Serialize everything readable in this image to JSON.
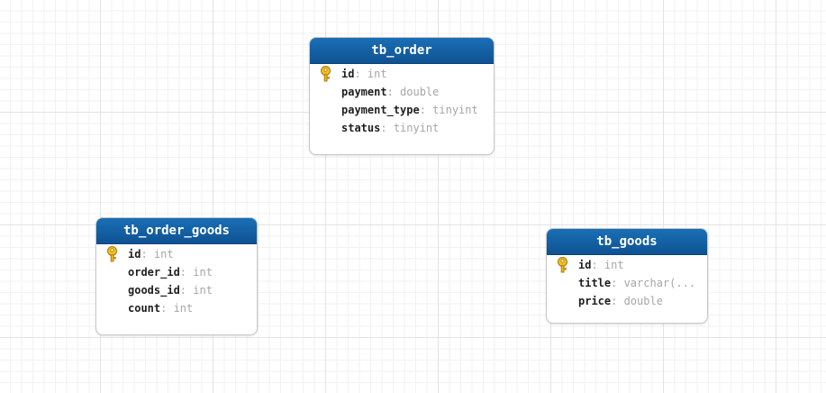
{
  "tables": {
    "order": {
      "name": "tb_order",
      "fields": [
        {
          "name": "id",
          "sep": ": ",
          "type": "int",
          "icon": "key-icon"
        },
        {
          "name": "payment",
          "sep": ": ",
          "type": "double"
        },
        {
          "name": "payment_type",
          "sep": ": ",
          "type": "tinyint"
        },
        {
          "name": "status",
          "sep": ": ",
          "type": "tinyint"
        }
      ]
    },
    "order_goods": {
      "name": "tb_order_goods",
      "fields": [
        {
          "name": "id",
          "sep": ": ",
          "type": "int",
          "icon": "key-icon"
        },
        {
          "name": "order_id",
          "sep": ": ",
          "type": "int"
        },
        {
          "name": "goods_id",
          "sep": ": ",
          "type": "int"
        },
        {
          "name": "count",
          "sep": ": ",
          "type": "int"
        }
      ]
    },
    "goods": {
      "name": "tb_goods",
      "fields": [
        {
          "name": "id",
          "sep": ": ",
          "type": "int",
          "icon": "key-icon"
        },
        {
          "name": "title",
          "sep": ": ",
          "type": "varchar(..."
        },
        {
          "name": "price",
          "sep": ": ",
          "type": "double"
        }
      ]
    }
  },
  "colors": {
    "header_top": "#1a6fb5",
    "header_bottom": "#0e5293",
    "key_fill": "#f3bd22"
  }
}
